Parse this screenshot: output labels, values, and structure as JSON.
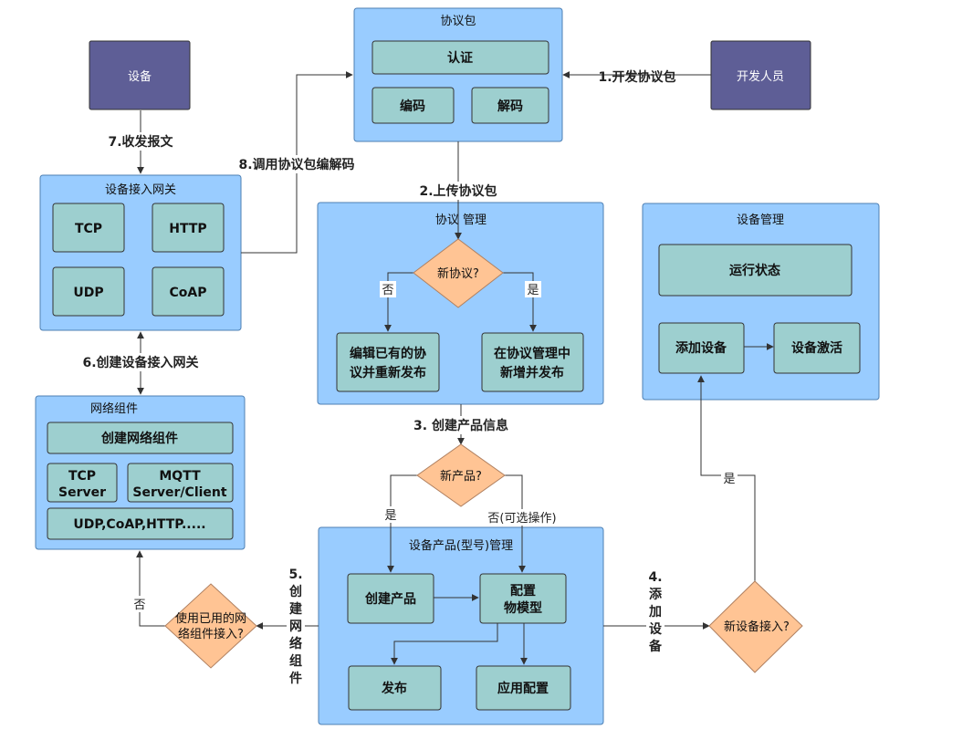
{
  "groups": {
    "protocol_pkg": "协议包",
    "protocol_mgmt": "协议 管理",
    "gateway": "设备接入网关",
    "network": "网络组件",
    "device_mgmt": "设备管理",
    "product_mgmt": "设备产品(型号)管理"
  },
  "actors": {
    "device": "设备",
    "developer": "开发人员"
  },
  "nodes": {
    "auth": "认证",
    "encode": "编码",
    "decode": "解码",
    "tcp": "TCP",
    "http": "HTTP",
    "udp": "UDP",
    "coap": "CoAP",
    "edit_line1": "编辑已有的协",
    "edit_line2": "议并重新发布",
    "new_line1": "在协议管理中",
    "new_line2": "新增并发布",
    "run_status": "运行状态",
    "add_device": "添加设备",
    "activate_device": "设备激活",
    "create_net": "创建网络组件",
    "tcp_server_1": "TCP",
    "tcp_server_2": "Server",
    "mqtt_1": "MQTT",
    "mqtt_2": "Server/Client",
    "udp_etc": "UDP,CoAP,HTTP.....",
    "create_product": "创建产品",
    "config_1": "配置",
    "config_2": "物模型",
    "publish": "发布",
    "app_config": "应用配置"
  },
  "decisions": {
    "new_protocol": "新协议?",
    "new_product": "新产品?",
    "use_existing_1": "使用已用的网",
    "use_existing_2": "络组件接入?",
    "new_device": "新设备接入?"
  },
  "edges": {
    "e1": "1.开发协议包",
    "e2": "2.上传协议包",
    "e3": "3. 创建产品信息",
    "e4_1": "4.",
    "e4_2": "添",
    "e4_3": "加",
    "e4_4": "设",
    "e4_5": "备",
    "e5_1": "5.",
    "e5_2": "创",
    "e5_3": "建",
    "e5_4": "网",
    "e5_5": "络",
    "e5_6": "组",
    "e5_7": "件",
    "e6": "6.创建设备接入网关",
    "e7": "7.收发报文",
    "e8": "8.调用协议包编解码",
    "no": "否",
    "yes": "是",
    "yes_product": "是",
    "no_optional": "否(可选操作)",
    "no_existing": "否",
    "yes_device": "是"
  }
}
